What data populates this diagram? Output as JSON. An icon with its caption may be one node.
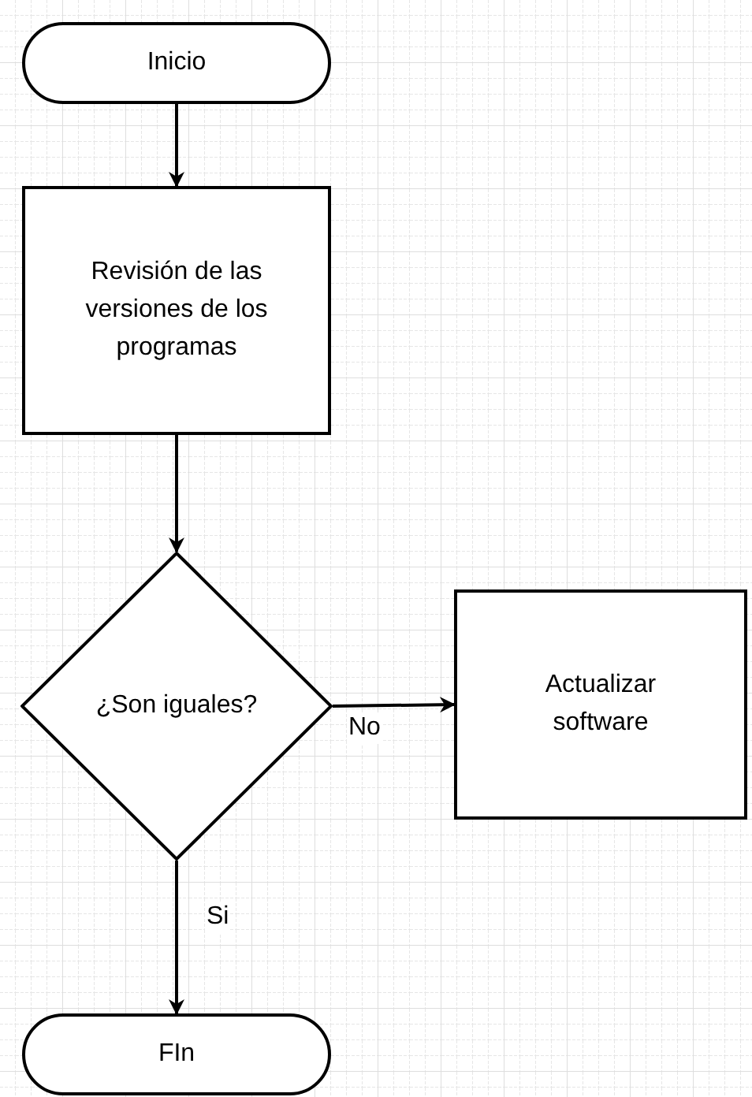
{
  "diagram": {
    "nodes": [
      {
        "text": [
          "Inicio"
        ]
      },
      {
        "text": [
          "Revisión de las versiones de los programas"
        ]
      },
      {
        "text": [
          "¿Son iguales?"
        ]
      },
      {
        "text": [
          "Actualizar software"
        ]
      },
      {
        "text": [
          "FIn"
        ]
      }
    ],
    "edges": [
      {
        "from": 0,
        "to": 1,
        "arrow": "to"
      },
      {
        "from": 1,
        "to": 2,
        "arrow": "to"
      },
      {
        "from": 2,
        "to": 3,
        "arrow": "to",
        "label": "No"
      },
      {
        "from": 2,
        "to": 4,
        "arrow": "to",
        "label": "Si"
      }
    ]
  }
}
